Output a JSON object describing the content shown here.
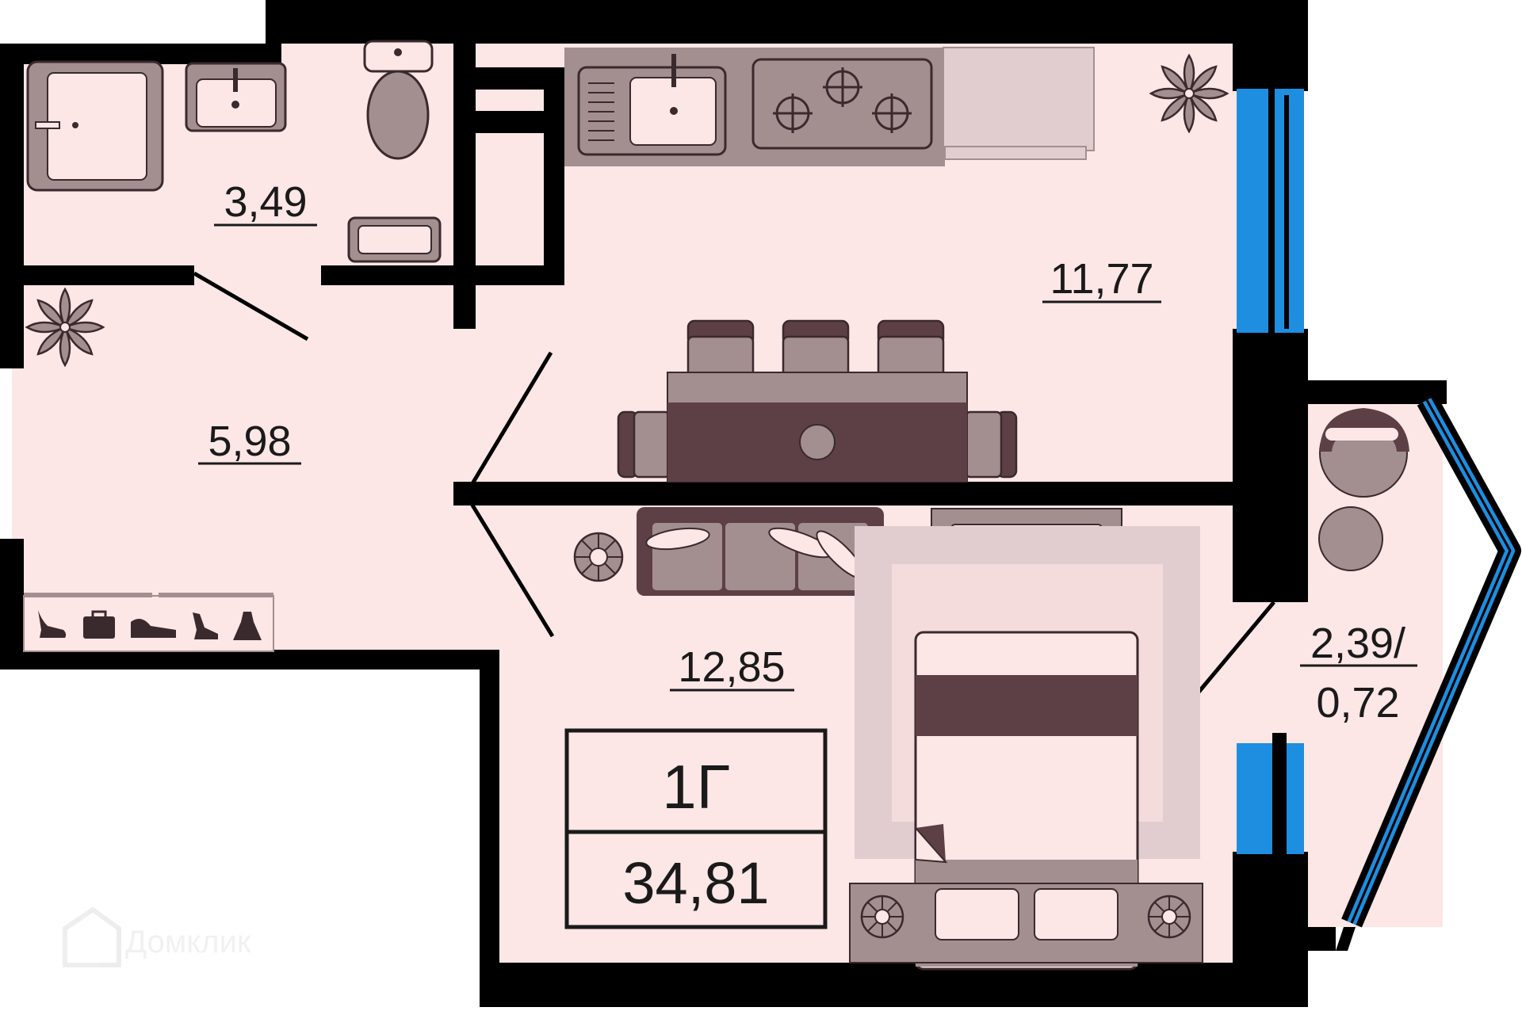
{
  "plan": {
    "unit_code": "1Г",
    "total_area": "34,81",
    "rooms": [
      {
        "id": "bathroom",
        "area": "3,49"
      },
      {
        "id": "kitchen",
        "area": "11,77"
      },
      {
        "id": "hallway",
        "area": "5,98"
      },
      {
        "id": "bedroom",
        "area": "12,85"
      },
      {
        "id": "balcony",
        "area": "2,39/",
        "area_reduced": "0,72"
      }
    ]
  },
  "watermark": {
    "text": "Домклик"
  },
  "colors": {
    "floor": "#fce6e6",
    "wall": "#000000",
    "window": "#1d8ee0",
    "furniture_dark": "#5d4045",
    "furniture_mid": "#a38e90",
    "furniture_light": "#e1cdcf"
  }
}
